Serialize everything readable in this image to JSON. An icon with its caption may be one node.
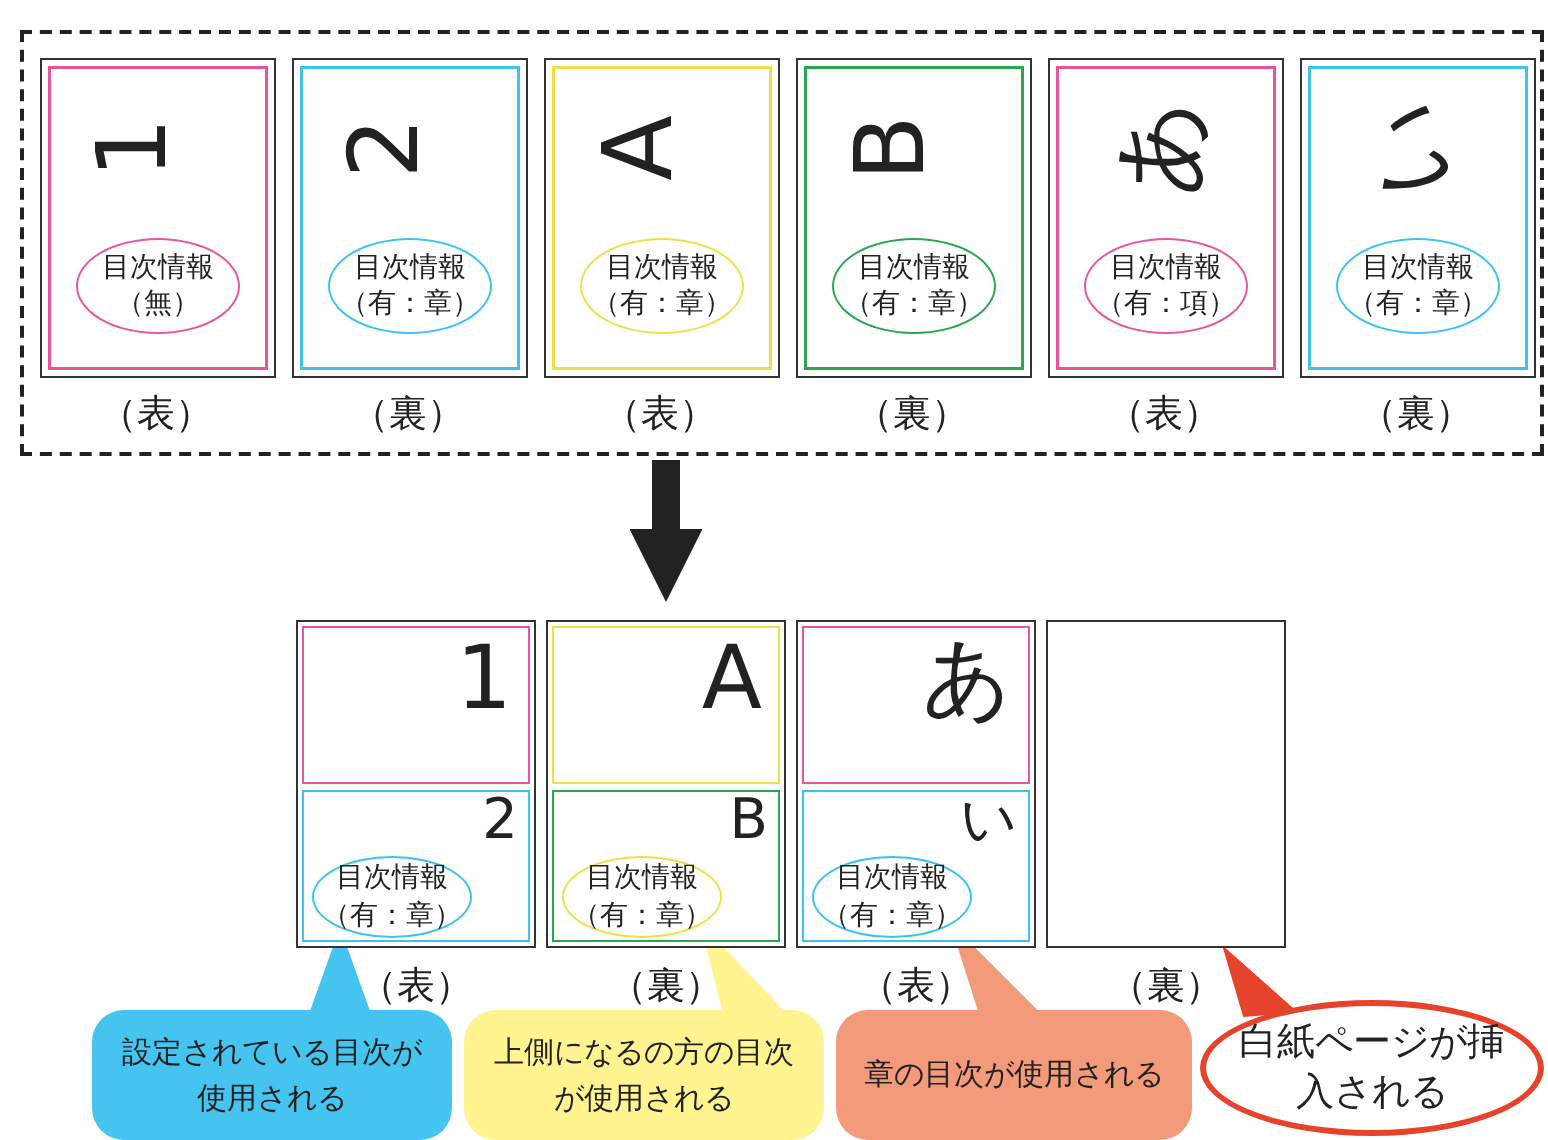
{
  "diagram": {
    "nodes": [
      {
        "text": [],
        "shape": "box"
      },
      {
        "text": [
          "1"
        ],
        "in": 0,
        "beside": [
          "（表）"
        ]
      },
      {
        "text": [
          "目次情報（無）"
        ],
        "in": 1
      },
      {
        "text": [
          "2"
        ],
        "in": 0,
        "beside": [
          "（裏）"
        ]
      },
      {
        "text": [
          "目次情報（有：章）"
        ],
        "in": 3
      },
      {
        "text": [
          "A"
        ],
        "in": 0,
        "beside": [
          "（表）"
        ]
      },
      {
        "text": [
          "目次情報（有：章）"
        ],
        "in": 5
      },
      {
        "text": [
          "B"
        ],
        "in": 0,
        "beside": [
          "（裏）"
        ]
      },
      {
        "text": [
          "目次情報（有：章）"
        ],
        "in": 7
      },
      {
        "text": [
          "あ"
        ],
        "in": 0,
        "beside": [
          "（表）"
        ]
      },
      {
        "text": [
          "目次情報（有：項）"
        ],
        "in": 9
      },
      {
        "text": [
          "い"
        ],
        "in": 0,
        "beside": [
          "（裏）"
        ]
      },
      {
        "text": [
          "目次情報（有：章）"
        ],
        "in": 11
      },
      {
        "text": [],
        "shape": "box",
        "beside": [
          "（表）"
        ]
      },
      {
        "text": [
          "1"
        ],
        "in": 13
      },
      {
        "text": [
          "2"
        ],
        "in": 13
      },
      {
        "text": [
          "目次情報（有：章）"
        ],
        "in": 15
      },
      {
        "text": [],
        "shape": "box",
        "beside": [
          "（裏）"
        ]
      },
      {
        "text": [
          "A"
        ],
        "in": 17
      },
      {
        "text": [
          "B"
        ],
        "in": 17
      },
      {
        "text": [
          "目次情報（有：章）"
        ],
        "in": 19
      },
      {
        "text": [],
        "shape": "box",
        "beside": [
          "（表）"
        ]
      },
      {
        "text": [
          "あ"
        ],
        "in": 21
      },
      {
        "text": [
          "い"
        ],
        "in": 21
      },
      {
        "text": [
          "目次情報（有：章）"
        ],
        "in": 23
      },
      {
        "text": [],
        "shape": "box",
        "beside": [
          "（裏）"
        ]
      },
      {
        "text": [
          "設定されている目次が使用される"
        ]
      },
      {
        "text": [
          "上側になるの方の目次が使用される"
        ]
      },
      {
        "text": [
          "章の目次が使用される"
        ]
      },
      {
        "text": [
          "白紙ページが挿入される"
        ]
      }
    ],
    "edges": [
      {
        "from": 0,
        "to": 17,
        "arrow": "to"
      },
      {
        "from": 26,
        "to": 16,
        "arrow": "to",
        "color": "#45c4f0"
      },
      {
        "from": 27,
        "to": 20,
        "arrow": "to",
        "color": "#fff48f"
      },
      {
        "from": 28,
        "to": 24,
        "arrow": "to",
        "color": "#f39a7a"
      },
      {
        "from": 29,
        "to": 25,
        "arrow": "to",
        "color": "#e5432c"
      }
    ]
  }
}
